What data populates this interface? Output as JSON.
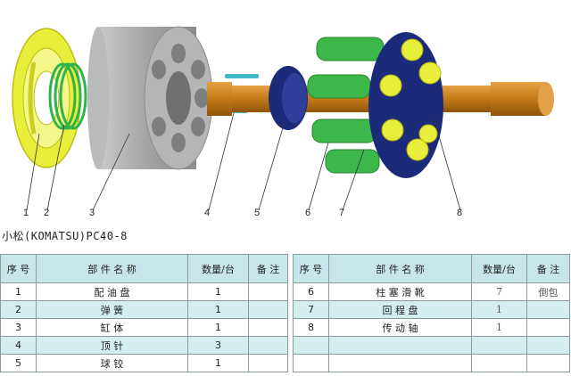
{
  "callouts": [
    "1",
    "2",
    "3",
    "4",
    "5",
    "6",
    "7",
    "8"
  ],
  "title": "小松(KOMATSU)PC40-8",
  "table": {
    "headers": {
      "no": "序 号",
      "name": "部 件 名 称",
      "qty": "数量/台",
      "note": "备 注"
    },
    "left_rows": [
      {
        "no": "1",
        "name": "配 油 盘",
        "qty": "1",
        "note": ""
      },
      {
        "no": "2",
        "name": "弹 簧",
        "qty": "1",
        "note": ""
      },
      {
        "no": "3",
        "name": "缸 体",
        "qty": "1",
        "note": ""
      },
      {
        "no": "4",
        "name": "顶 针",
        "qty": "3",
        "note": ""
      },
      {
        "no": "5",
        "name": "球 铰",
        "qty": "1",
        "note": ""
      }
    ],
    "right_rows": [
      {
        "no": "6",
        "name": "柱 塞 滑 靴",
        "qty": "7",
        "note": "倒包"
      },
      {
        "no": "7",
        "name": "回 程 盘",
        "qty": "1",
        "note": ""
      },
      {
        "no": "8",
        "name": "传 动 轴",
        "qty": "1",
        "note": ""
      },
      {
        "no": "",
        "name": "",
        "qty": "",
        "note": ""
      },
      {
        "no": "",
        "name": "",
        "qty": "",
        "note": ""
      }
    ]
  },
  "colors": {
    "valve_plate": "#e8ef3a",
    "spring": "#2fb34a",
    "cylinder": "#a7a9ab",
    "pins": "#3fb8c8",
    "ball_guide": "#1c2a7a",
    "shaft": "#c8801e",
    "pistons": "#3cb84a",
    "header_bg": "#c6e6e9",
    "stripe_bg": "#d4eef0"
  }
}
